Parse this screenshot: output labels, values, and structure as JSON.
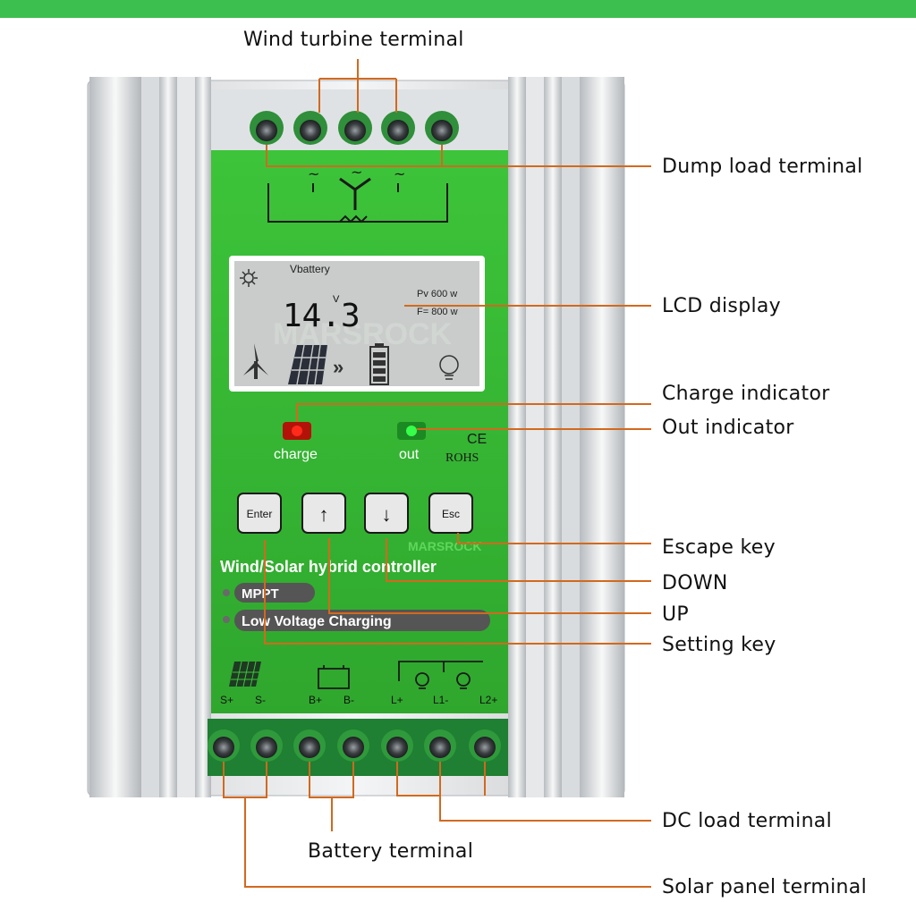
{
  "callouts": {
    "wind_turbine": "Wind turbine terminal",
    "dump_load": "Dump load terminal",
    "lcd": "LCD display",
    "charge_ind": "Charge indicator",
    "out_ind": "Out indicator",
    "escape": "Escape key",
    "down": "DOWN",
    "up": "UP",
    "setting": "Setting key",
    "dc_load": "DC load terminal",
    "battery": "Battery terminal",
    "solar": "Solar panel terminal"
  },
  "device": {
    "lcd_label": "Vbattery",
    "lcd_value": "14.3",
    "lcd_unit": "V",
    "lcd_pv": "Pv 600 w",
    "lcd_f": "F= 800 w",
    "watermark": "MARSROCK",
    "led_charge_label": "charge",
    "led_out_label": "out",
    "ce_mark": "CE",
    "rohs": "ROHS",
    "keys": {
      "enter": "Enter",
      "up": "↑",
      "down": "↓",
      "esc": "Esc"
    },
    "title": "Wind/Solar hybrid controller",
    "badge_mppt": "MPPT",
    "badge_low": "Low Voltage Charging",
    "terms": {
      "s_plus": "S+",
      "s_minus": "S-",
      "b_plus": "B+",
      "b_minus": "B-",
      "l_plus": "L+",
      "l1_minus": "L1-",
      "l2_plus": "L2+"
    }
  },
  "colors": {
    "accent": "#3cbf4e",
    "panel": "#3fc43a",
    "leader": "#d2691e",
    "led_red": "#ff2a1a",
    "led_green": "#36ff4a"
  }
}
